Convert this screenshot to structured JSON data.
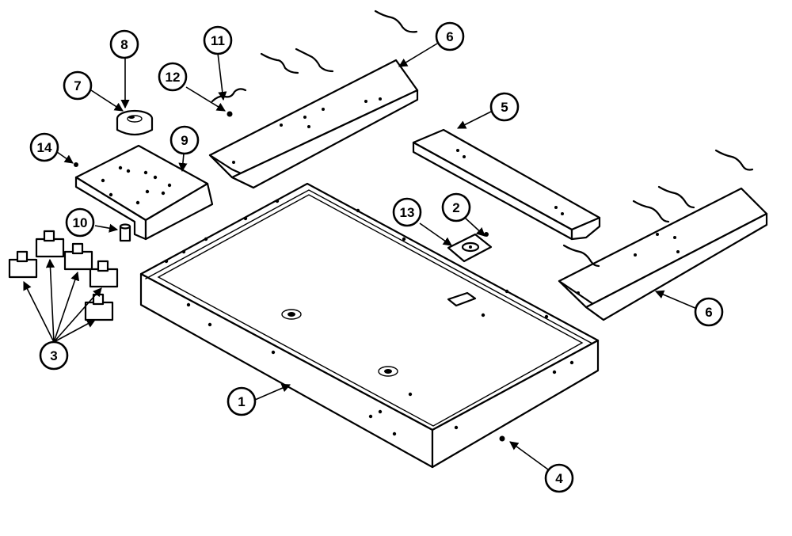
{
  "callouts": {
    "c1": "1",
    "c2": "2",
    "c3": "3",
    "c4": "4",
    "c5": "5",
    "c6a": "6",
    "c6b": "6",
    "c7": "7",
    "c8": "8",
    "c9": "9",
    "c10": "10",
    "c11": "11",
    "c12": "12",
    "c13": "13",
    "c14": "14"
  }
}
